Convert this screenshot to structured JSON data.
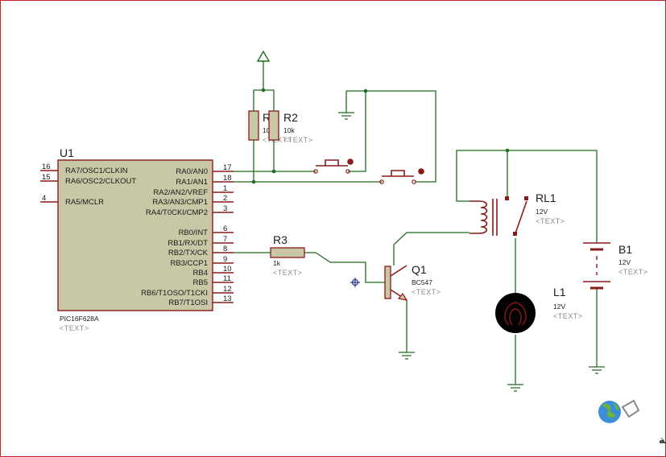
{
  "u1": {
    "ref": "U1",
    "part": "PIC16F628A",
    "text": "<TEXT>",
    "left_pins": [
      {
        "num": "16",
        "name": "RA7/OSC1/CLKIN"
      },
      {
        "num": "15",
        "name": "RA6/OSC2/CLKOUT"
      },
      {
        "num": "4",
        "name": "RA5/MCLR"
      }
    ],
    "right_pins": [
      {
        "num": "17",
        "name": "RA0/AN0"
      },
      {
        "num": "18",
        "name": "RA1/AN1"
      },
      {
        "num": "1",
        "name": "RA2/AN2/VREF"
      },
      {
        "num": "2",
        "name": "RA3/AN3/CMP1"
      },
      {
        "num": "3",
        "name": "RA4/T0CKI/CMP2"
      },
      {
        "num": "6",
        "name": "RB0/INT"
      },
      {
        "num": "7",
        "name": "RB1/RX/DT"
      },
      {
        "num": "8",
        "name": "RB2/TX/CK"
      },
      {
        "num": "9",
        "name": "RB3/CCP1"
      },
      {
        "num": "10",
        "name": "RB4"
      },
      {
        "num": "11",
        "name": "RB5"
      },
      {
        "num": "12",
        "name": "RB6/T1OSO/T1CKI"
      },
      {
        "num": "13",
        "name": "RB7/T1OSI"
      }
    ]
  },
  "r1": {
    "ref": "R",
    "value": "10",
    "text": "<TEXT>"
  },
  "r2": {
    "ref": "R2",
    "value": "10k",
    "text": "<TEXT>"
  },
  "r3": {
    "ref": "R3",
    "value": "1k",
    "text": "<TEXT>"
  },
  "q1": {
    "ref": "Q1",
    "value": "BC547",
    "text": "<TEXT>"
  },
  "rl1": {
    "ref": "RL1",
    "value": "12V",
    "text": "<TEXT>"
  },
  "b1": {
    "ref": "B1",
    "value": "12V",
    "text": "<TEXT>"
  },
  "l1": {
    "ref": "L1",
    "value": "12V",
    "text": "<TEXT>"
  },
  "logo": {
    "caption": "القرية الالكترونية"
  }
}
